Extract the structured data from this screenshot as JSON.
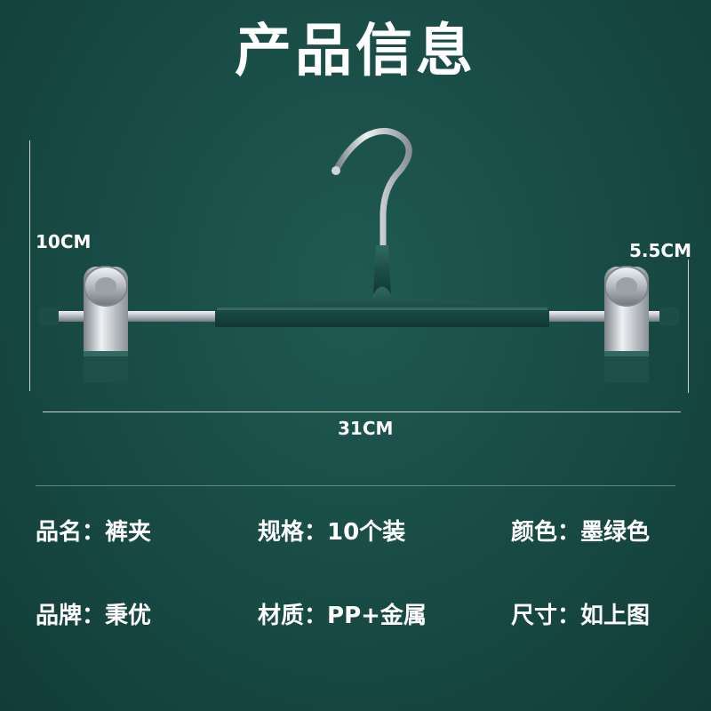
{
  "title": "产品信息",
  "dimensions": {
    "height": "10CM",
    "clip_height": "5.5CM",
    "width": "31CM"
  },
  "specs": {
    "row1": [
      {
        "label": "品名：",
        "value": "裤夹"
      },
      {
        "label": "规格：",
        "value": "10个装"
      },
      {
        "label": "颜色：",
        "value": "墨绿色"
      }
    ],
    "row2": [
      {
        "label": "品牌：",
        "value": "秉优"
      },
      {
        "label": "材质：",
        "value": "PP+金属"
      },
      {
        "label": "尺寸：",
        "value": "如上图"
      }
    ]
  },
  "colors": {
    "background": "#184a44",
    "hanger_green": "#1e4f4a",
    "metal": "#c9ced3"
  }
}
